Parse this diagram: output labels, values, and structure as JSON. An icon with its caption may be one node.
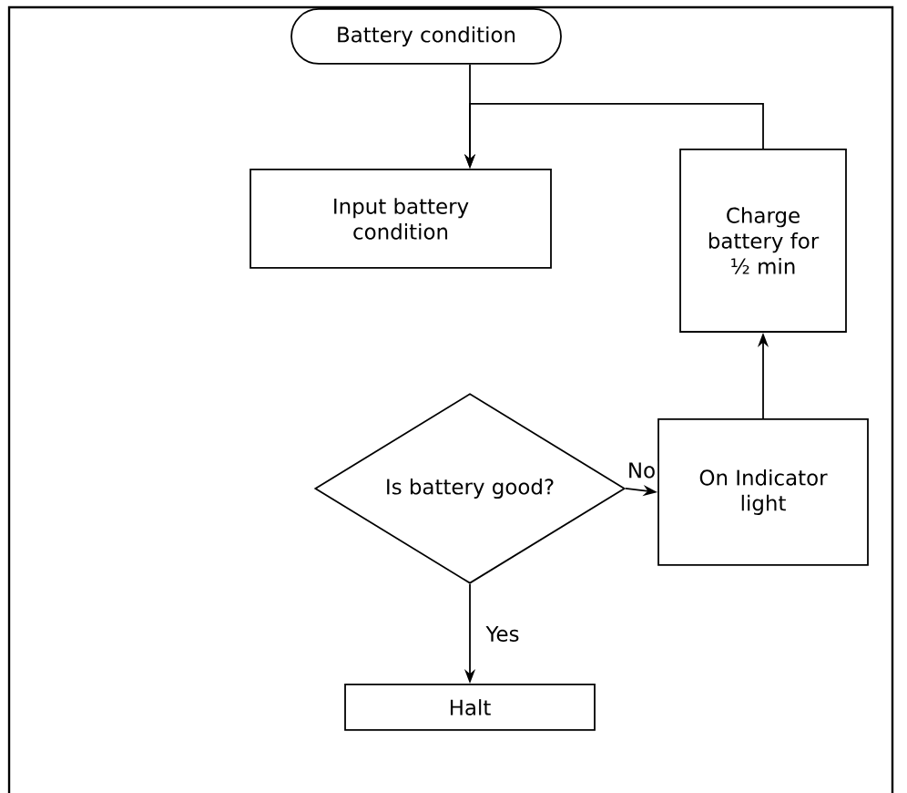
{
  "diagram": {
    "nodes": [
      {
        "text": [
          "Battery condition"
        ]
      },
      {
        "text": [
          "Input battery condition"
        ]
      },
      {
        "text": [
          "Is battery good?"
        ]
      },
      {
        "text": [
          "On Indicator light"
        ]
      },
      {
        "text": [
          "Charge battery for ½ min"
        ]
      },
      {
        "text": [
          "Halt"
        ]
      }
    ],
    "edges": [
      {
        "from": 0,
        "to": 1,
        "arrow": "to"
      },
      {
        "from": 4,
        "to": 1,
        "arrow": "to"
      },
      {
        "from": 2,
        "to": 3,
        "arrow": "to",
        "label": "No"
      },
      {
        "from": 3,
        "to": 4,
        "arrow": "to"
      },
      {
        "from": 2,
        "to": 5,
        "arrow": "to",
        "label": "Yes"
      }
    ]
  }
}
